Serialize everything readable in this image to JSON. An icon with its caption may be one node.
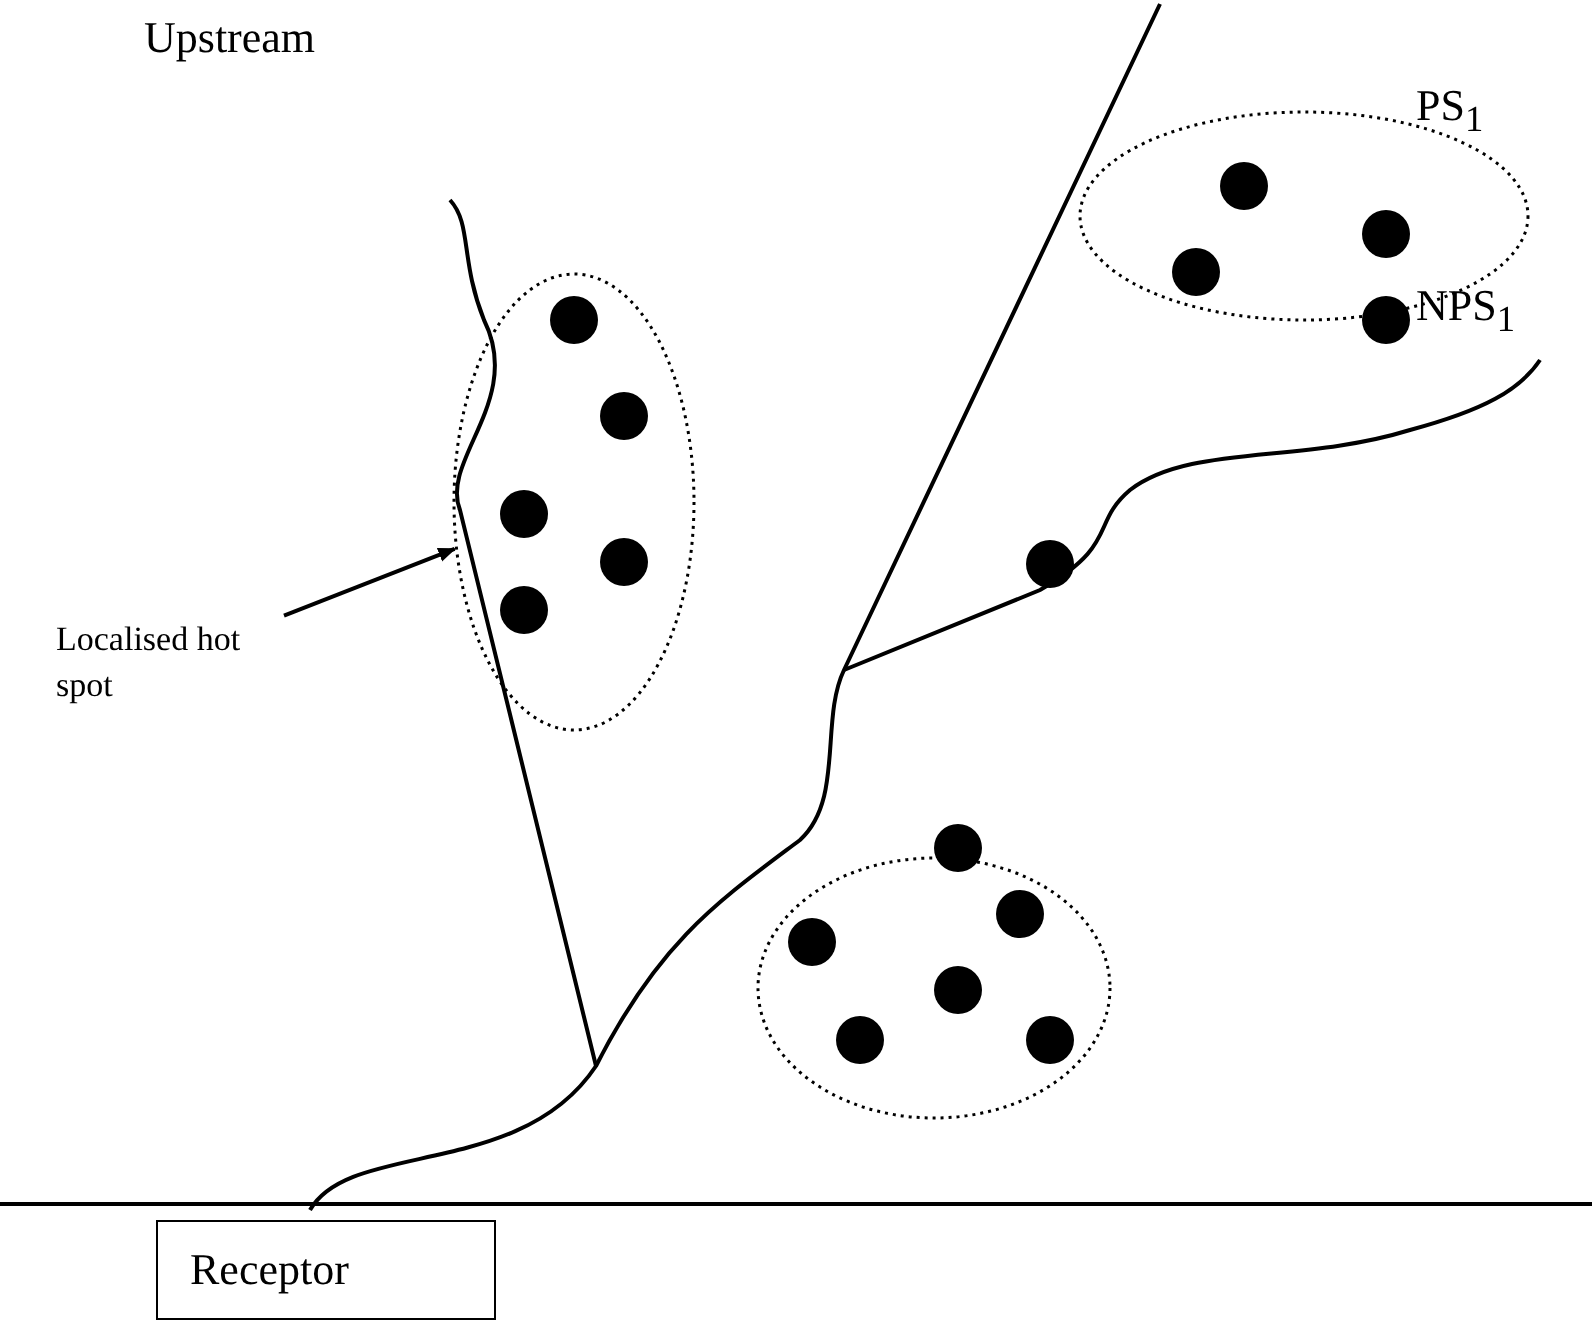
{
  "diagram": {
    "nodes": [
      {
        "text": [],
        "shape": "circle"
      },
      {
        "text": [
          "Localised hot spot"
        ]
      },
      {
        "text": [
          "Receptor"
        ]
      }
    ],
    "edges": [
      {
        "from": 1,
        "to": 0,
        "arrow": "to"
      }
    ],
    "labels": [
      "Upstream",
      "PS$_{1}$",
      "NPS$_{1}$"
    ]
  }
}
